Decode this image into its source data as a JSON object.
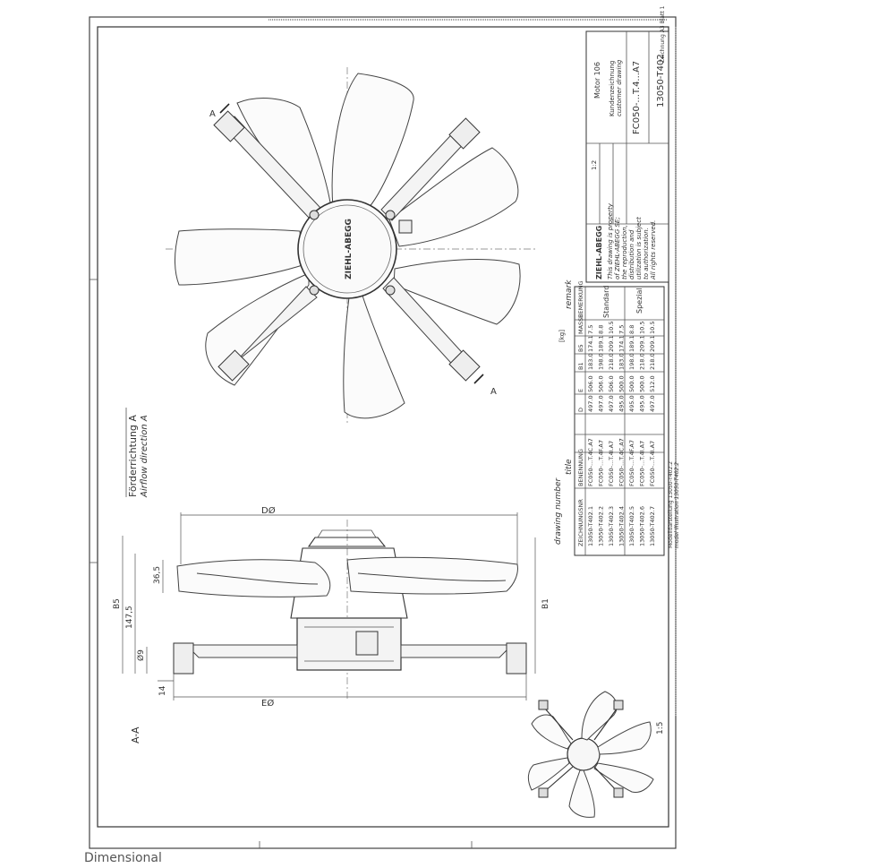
{
  "caption": "Dimensional",
  "labels": {
    "section_a_top": "A",
    "section_a_bottom": "A",
    "section_view": "A-A",
    "airflow_de": "Förderrichtung A",
    "airflow_en": "Airflow direction A",
    "dim_d": "DØ",
    "dim_e": "EØ",
    "dim_b5": "B5",
    "dim_147": "147,5",
    "dim_365": "36,5",
    "dim_9": "Ø9",
    "dim_14": "14",
    "dim_b1": "B1",
    "scale_small": "1:5",
    "brand_logo": "ZIEHL-ABEGG"
  },
  "table": {
    "heading_drawing_number": "drawing number",
    "heading_title": "title",
    "heading_remark": "remark",
    "unit": "[kg]",
    "columns": [
      "ZEICHNUNGSNR",
      "BENENNUNG",
      "D",
      "E",
      "B1",
      "B5",
      "MASSE",
      "BEMERKUNG"
    ],
    "rows": [
      [
        "13050-T402.1",
        "FC050-...T.4C.A7",
        "497.0",
        "506.0",
        "183.0",
        "174.1",
        "7.5"
      ],
      [
        "13050-T402.2",
        "FC050-...T.4F.A7",
        "497.0",
        "506.0",
        "198.0",
        "189.1",
        "8.8"
      ],
      [
        "13050-T402.3",
        "FC050-...T.4I.A7",
        "497.0",
        "506.0",
        "218.0",
        "209.1",
        "10.5"
      ],
      [
        "13050-T402.4",
        "FC050-...T.4C.A7",
        "495.0",
        "500.0",
        "183.0",
        "174.1",
        "7.5"
      ],
      [
        "13050-T402.5",
        "FC050-...T.4F.A7",
        "495.0",
        "500.0",
        "198.0",
        "189.1",
        "8.8"
      ],
      [
        "13050-T402.6",
        "FC050-...T.4I.A7",
        "495.0",
        "500.0",
        "218.0",
        "209.1",
        "10.5"
      ],
      [
        "13050-T402.7",
        "FC050-...T.4I.A7",
        "497.0",
        "512.0",
        "218.0",
        "209.1",
        "10.5"
      ]
    ],
    "remark_standard": "Standard",
    "remark_spezial": "Spezial",
    "footer1": "Modelldarstellung 13050-T402.2",
    "footer2": "model illustration 13050-T402.2"
  },
  "titleblock": {
    "motor": "Motor 106",
    "kundenzeichnung": "Kundenzeichnung",
    "customer_drawing": "customer drawing",
    "product": "FC050-...T.4...A7",
    "drawing_no": "13050-T402",
    "scale": "1:2",
    "brand": "ZIEHL-ABEGG",
    "copyright1": "This drawing is property",
    "copyright2": "of ZIEHL-ABEGG SE;",
    "copyright3": "the reproduction,",
    "copyright4": "distribution and",
    "copyright5": "utilization is subject",
    "copyright6": "to authorization.",
    "copyright7": "All rights reserved.",
    "sheet": "Zeichnung A3 Blatt 1"
  }
}
